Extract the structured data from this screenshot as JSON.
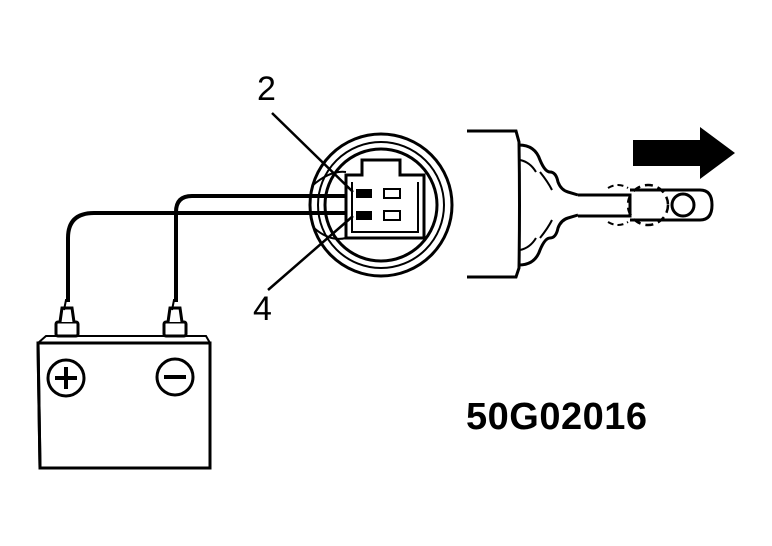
{
  "labels": {
    "pin_top": "2",
    "pin_bottom": "4",
    "figure_code": "50G02016"
  },
  "battery": {
    "positive_symbol": "+",
    "negative_symbol": "−"
  },
  "colors": {
    "ink": "#000000",
    "background": "#ffffff"
  },
  "icons": {
    "battery": "battery-icon",
    "connector": "connector-icon",
    "actuator": "actuator-icon",
    "direction": "arrow-right-icon"
  }
}
